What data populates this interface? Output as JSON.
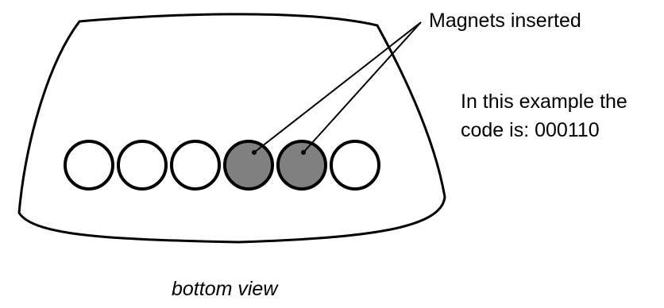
{
  "diagram": {
    "callout_label": "Magnets inserted",
    "note_line1": "In this example the",
    "note_line2": "code is: 000110",
    "view_label": "bottom view",
    "code": "000110",
    "slots": [
      {
        "magnet": false
      },
      {
        "magnet": false
      },
      {
        "magnet": false
      },
      {
        "magnet": true
      },
      {
        "magnet": true
      },
      {
        "magnet": false
      }
    ],
    "colors": {
      "outline": "#000000",
      "magnet_fill": "#808080",
      "empty_fill": "#ffffff"
    }
  }
}
